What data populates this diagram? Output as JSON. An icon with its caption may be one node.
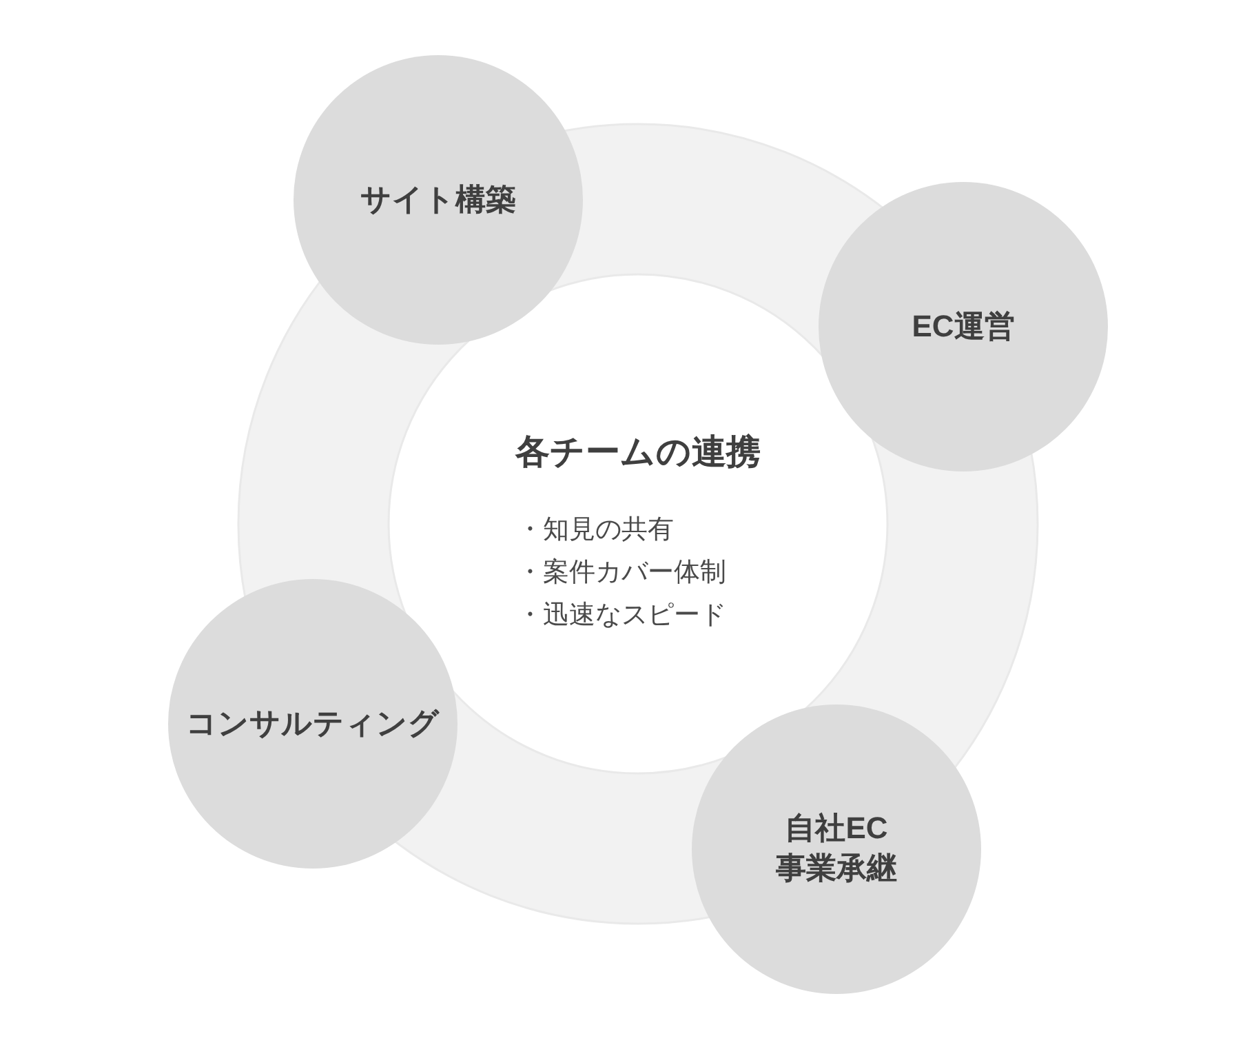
{
  "diagram": {
    "nodes": [
      {
        "text": [
          "サイト構築"
        ]
      },
      {
        "text": [
          "EC運営"
        ]
      },
      {
        "text": [
          "各チームの連携",
          "・知見の共有",
          "・案件カバー体制",
          "・迅速なスピード"
        ]
      },
      {
        "text": [
          "コンサルティング"
        ]
      },
      {
        "text": [
          "自社EC事業承継"
        ]
      }
    ]
  }
}
